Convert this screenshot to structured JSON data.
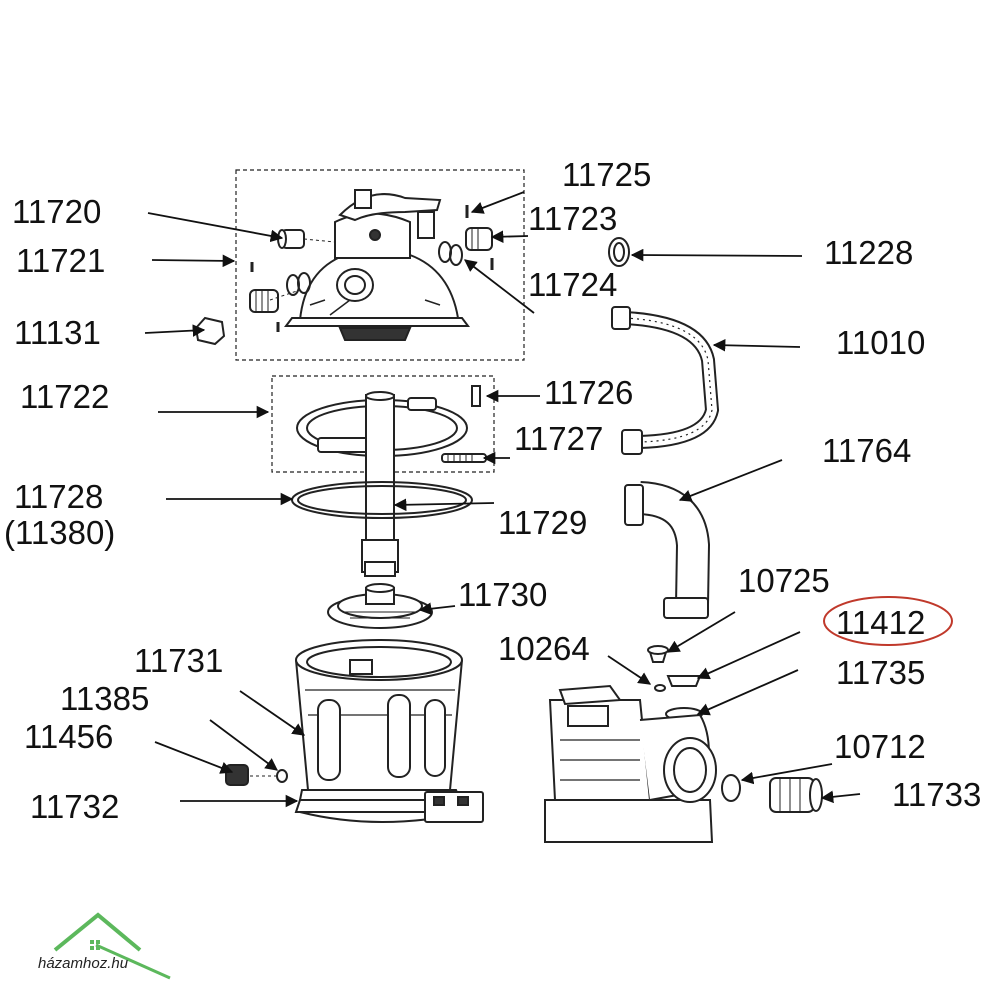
{
  "diagram": {
    "labels": [
      {
        "id": "l11725",
        "text": "11725"
      },
      {
        "id": "l11720",
        "text": "11720"
      },
      {
        "id": "l11723",
        "text": "11723"
      },
      {
        "id": "l11721",
        "text": "11721"
      },
      {
        "id": "l11228",
        "text": "11228"
      },
      {
        "id": "l11724",
        "text": "11724"
      },
      {
        "id": "l11131",
        "text": "11131"
      },
      {
        "id": "l11010",
        "text": "11010"
      },
      {
        "id": "l11722",
        "text": "11722"
      },
      {
        "id": "l11726",
        "text": "11726"
      },
      {
        "id": "l11727",
        "text": "11727"
      },
      {
        "id": "l11764",
        "text": "11764"
      },
      {
        "id": "l11728",
        "text": "11728"
      },
      {
        "id": "l11380",
        "text": "(11380)"
      },
      {
        "id": "l11729",
        "text": "11729"
      },
      {
        "id": "l11730",
        "text": "11730"
      },
      {
        "id": "l10725",
        "text": "10725"
      },
      {
        "id": "l11412",
        "text": "11412"
      },
      {
        "id": "l10264",
        "text": "10264"
      },
      {
        "id": "l11731",
        "text": "11731"
      },
      {
        "id": "l11735",
        "text": "11735"
      },
      {
        "id": "l11385",
        "text": "11385"
      },
      {
        "id": "l11456",
        "text": "11456"
      },
      {
        "id": "l10712",
        "text": "10712"
      },
      {
        "id": "l11733",
        "text": "11733"
      },
      {
        "id": "l11732",
        "text": "11732"
      }
    ],
    "highlight_color": "#c0392b"
  },
  "logo": {
    "text": "házamhoz.hu",
    "color": "#5cb85c"
  }
}
